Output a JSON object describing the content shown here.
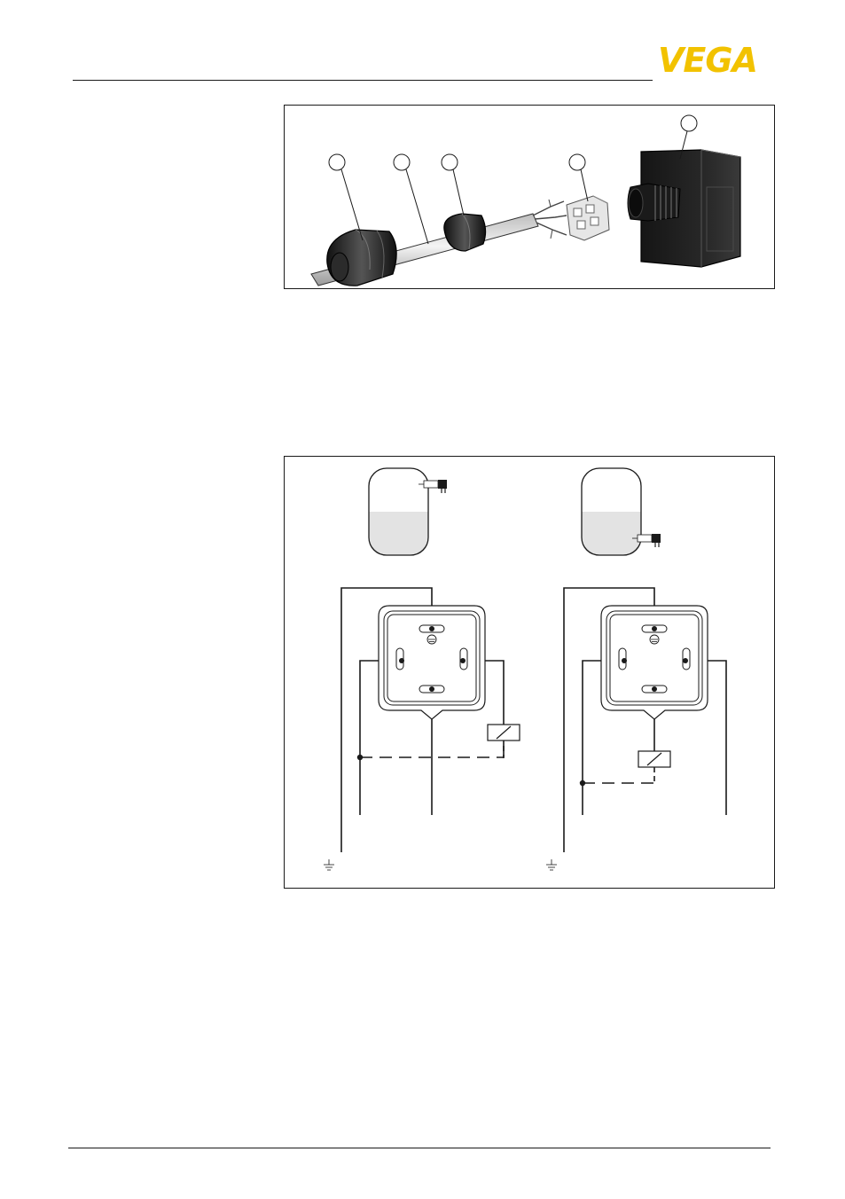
{
  "header": {
    "brand": "VEGA",
    "brand_color": "#f2c200"
  },
  "figure_assembly": {
    "callouts": [
      "",
      "",
      "",
      "",
      ""
    ]
  },
  "figure_wiring": {
    "left_panel": {
      "level": "low",
      "sensor_position": "top"
    },
    "right_panel": {
      "level": "high",
      "sensor_position": "bottom"
    },
    "ground_icon": "ground-symbol-icon",
    "relay_icon": "relay-coil-icon"
  }
}
